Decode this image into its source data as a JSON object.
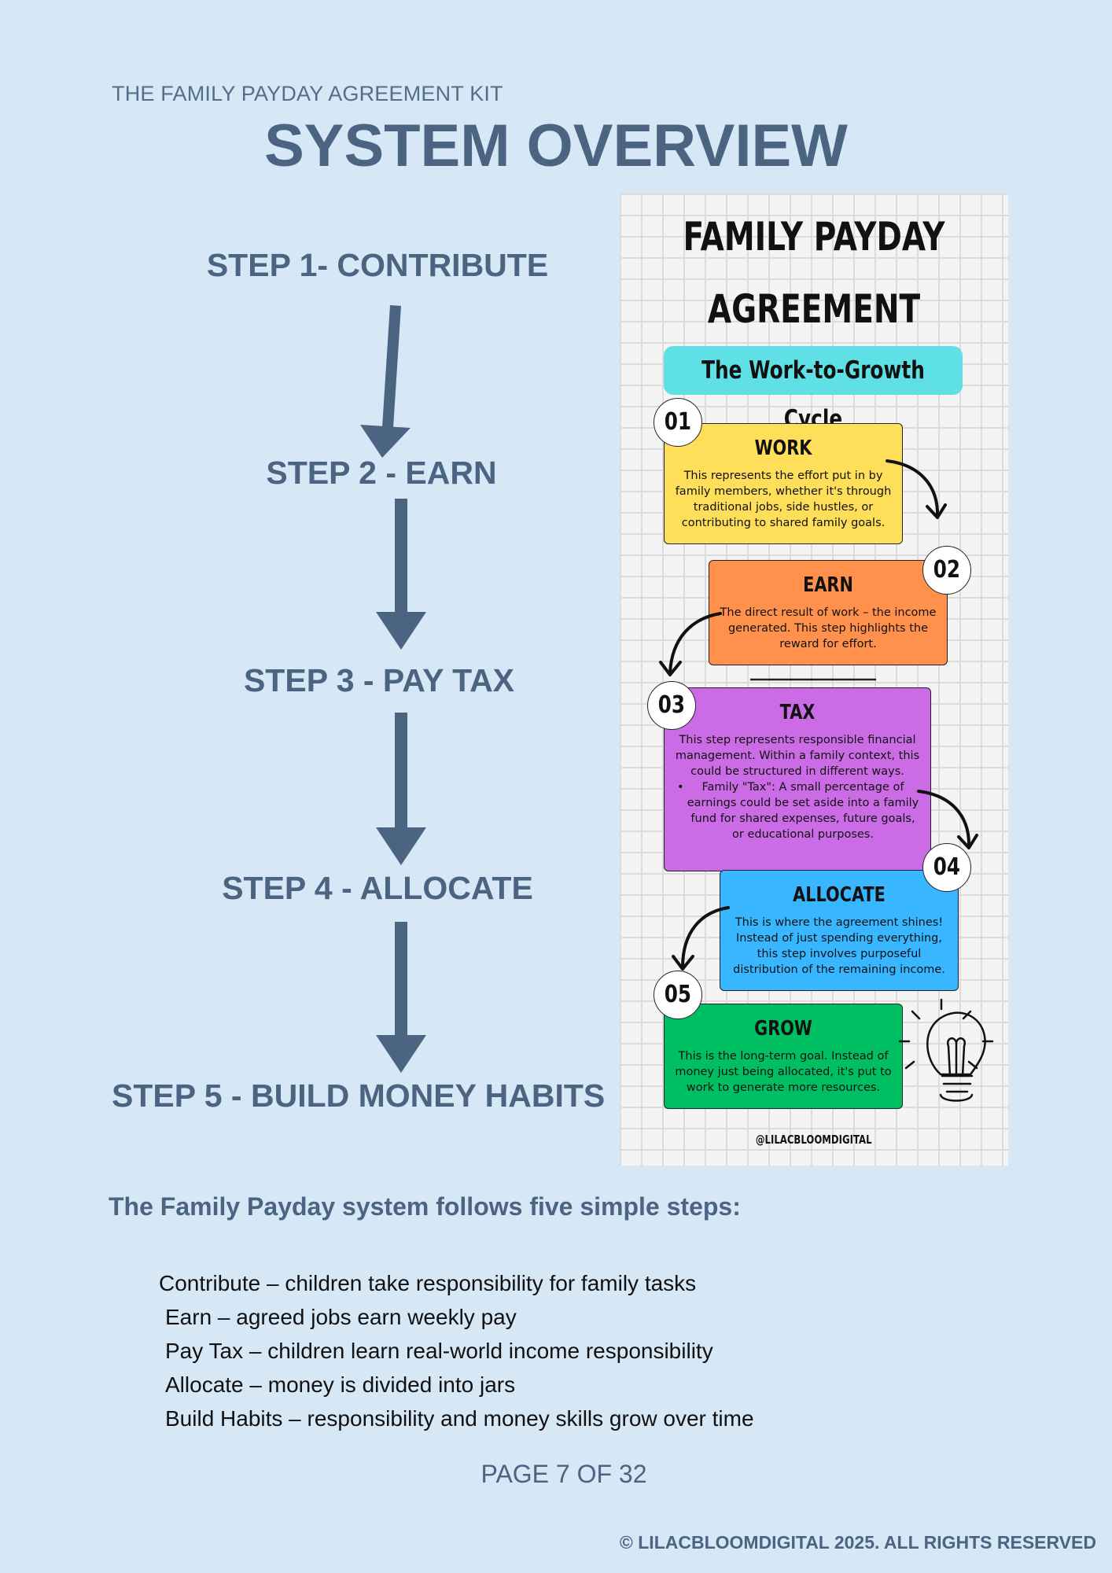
{
  "header": {
    "kit_label": "THE FAMILY PAYDAY AGREEMENT KIT",
    "title": "SYSTEM OVERVIEW"
  },
  "steps": [
    {
      "label": "STEP 1- CONTRIBUTE"
    },
    {
      "label": "STEP 2 - EARN"
    },
    {
      "label": "STEP 3 - PAY TAX"
    },
    {
      "label": "STEP 4 - ALLOCATE"
    },
    {
      "label": "STEP 5 - BUILD MONEY HABITS"
    }
  ],
  "infographic": {
    "title_line1": "FAMILY PAYDAY",
    "title_line2": "AGREEMENT",
    "subtitle": "The Work-to-Growth Cycle",
    "handle": "@LILACBLOOMDIGITAL",
    "colors": {
      "work": "#ffde59",
      "earn": "#ff914d",
      "tax": "#cb6ce6",
      "allocate": "#38b6ff",
      "grow": "#00bf63",
      "pill": "#5ee0e4"
    },
    "cards": [
      {
        "number": "01",
        "title": "WORK",
        "text": "This represents the effort put in by family members, whether it's through traditional jobs, side hustles, or contributing to shared family goals."
      },
      {
        "number": "02",
        "title": "EARN",
        "text": "The direct result of work – the income generated. This step highlights the reward for effort."
      },
      {
        "number": "03",
        "title": "TAX",
        "text": "This step represents responsible financial management. Within a family context, this could be structured in different ways.",
        "bullet": "Family \"Tax\": A small percentage of earnings could be set aside into a family fund for shared expenses, future goals, or educational purposes."
      },
      {
        "number": "04",
        "title": "ALLOCATE",
        "text": "This is where the agreement shines! Instead of just spending everything, this step involves purposeful distribution of the remaining income."
      },
      {
        "number": "05",
        "title": "GROW",
        "text": "This is the long-term goal. Instead of money just being allocated, it's put to work to generate more resources."
      }
    ]
  },
  "summary": {
    "heading": "The Family Payday system follows five simple steps:",
    "items": [
      "Contribute – children take responsibility for family tasks",
      "Earn – agreed jobs earn weekly pay",
      "Pay Tax – children learn real-world income responsibility",
      "Allocate – money is divided into jars",
      "Build Habits – responsibility and money skills grow over time"
    ]
  },
  "footer": {
    "page": "PAGE 7 OF 32",
    "copyright": "© LILACBLOOMDIGITAL 2025. ALL RIGHTS RESERVED"
  }
}
